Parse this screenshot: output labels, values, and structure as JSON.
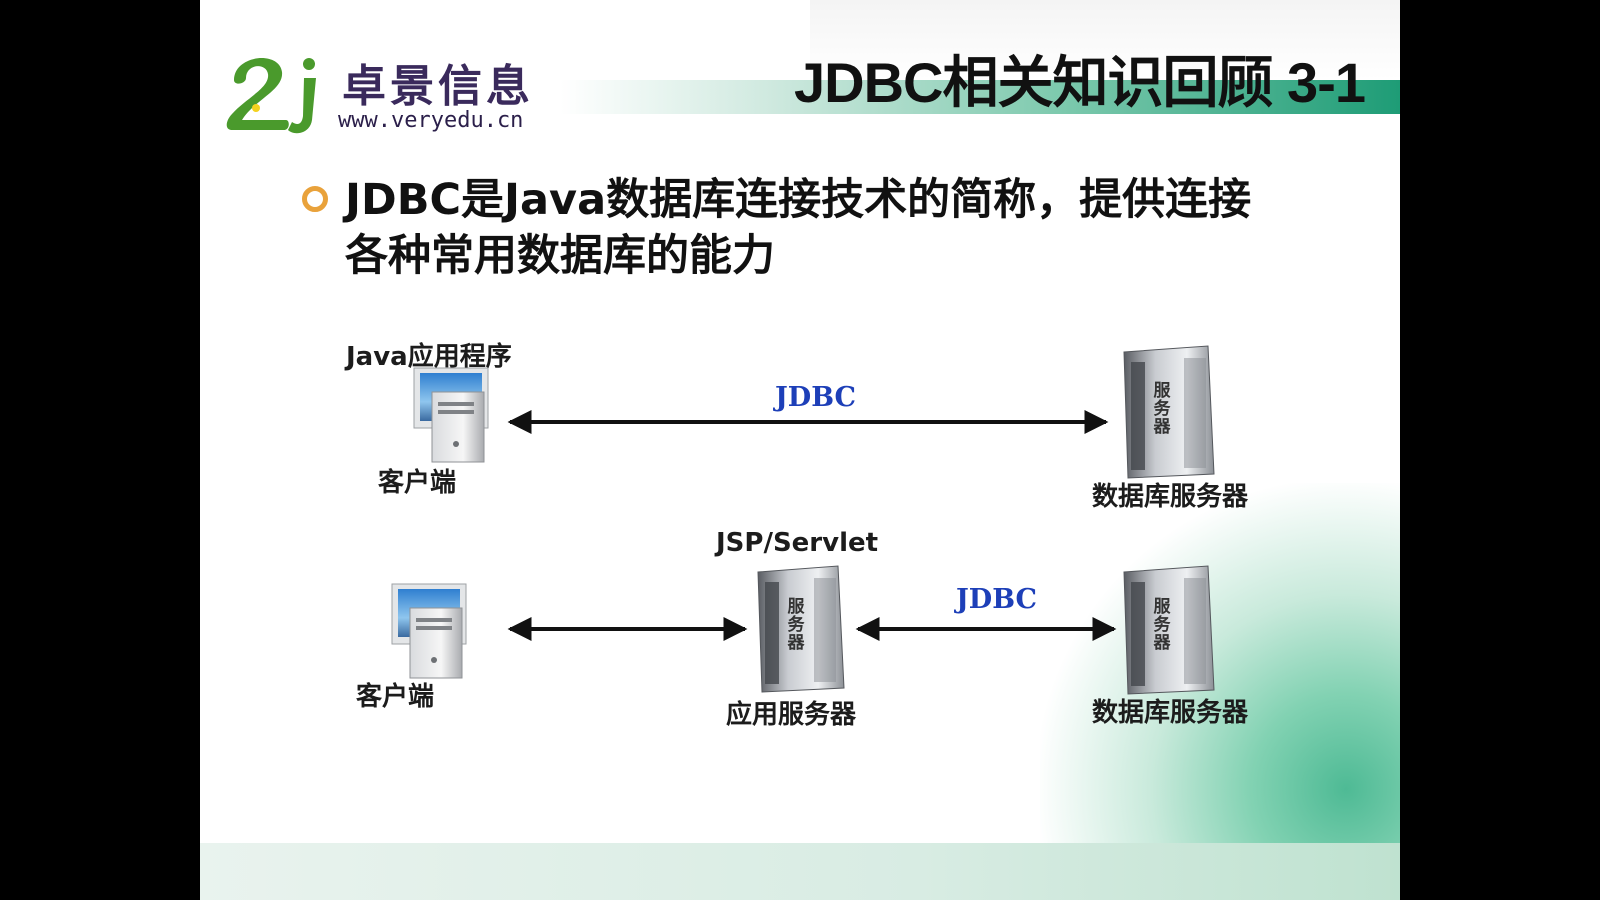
{
  "slide": {
    "title": "JDBC相关知识回顾 3-1",
    "logo": {
      "name": "卓景信息",
      "url": "www.veryedu.cn"
    },
    "bullet": {
      "line1": "JDBC是Java数据库连接技术的简称，提供连接",
      "line2": "各种常用数据库的能力"
    }
  },
  "diagram1": {
    "app_label": "Java应用程序",
    "client_label": "客户端",
    "link_label": "JDBC",
    "db_label": "数据库服务器",
    "server_text": [
      "服",
      "务",
      "器"
    ]
  },
  "diagram2": {
    "client_label": "客户端",
    "middle_top_label": "JSP/Servlet",
    "middle_label": "应用服务器",
    "link_label": "JDBC",
    "db_label": "数据库服务器",
    "server_text": [
      "服",
      "务",
      "器"
    ]
  },
  "colors": {
    "jdbc": "#1d3fb8",
    "bullet": "#e9a23b",
    "accent": "#1e9c76"
  }
}
